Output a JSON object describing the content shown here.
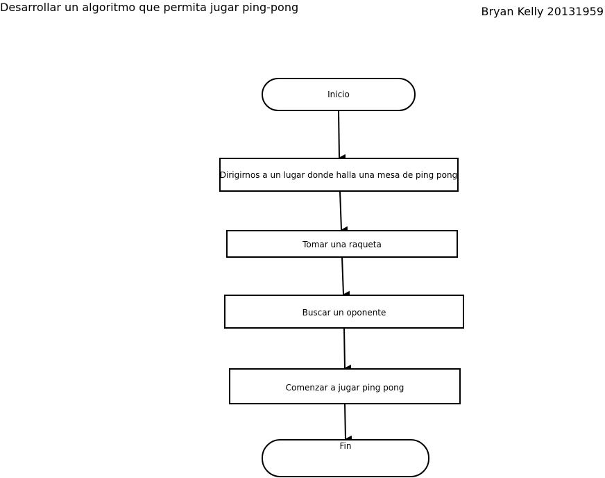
{
  "header": {
    "title": "Desarrollar un algoritmo que permita jugar ping-pong",
    "author": "Bryan Kelly 20131959"
  },
  "flowchart": {
    "start": "Inicio",
    "steps": [
      "Dirigirnos a un lugar donde halla una mesa de ping pong",
      "Tomar una raqueta",
      "Buscar un oponente",
      "Comenzar a jugar ping pong"
    ],
    "end": "Fin"
  }
}
